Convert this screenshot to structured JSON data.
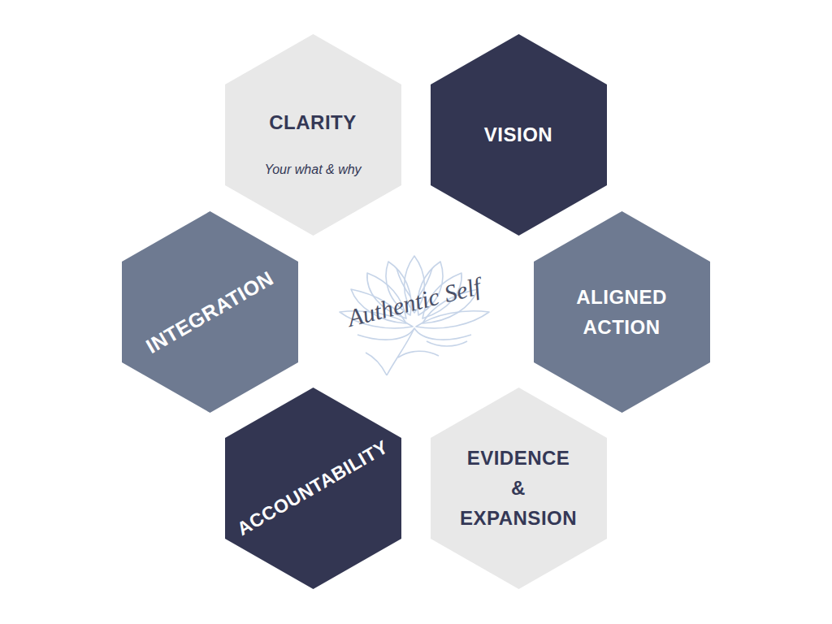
{
  "diagram": {
    "nodes": [
      {
        "text": [
          "CLARITY",
          "Your what & why"
        ]
      },
      {
        "text": [
          "VISION"
        ]
      },
      {
        "text": [
          "INTEGRATION"
        ]
      },
      {
        "text": [
          "ALIGNED ACTION"
        ]
      },
      {
        "text": [
          "ACCOUNTABILITY"
        ]
      },
      {
        "text": [
          "EVIDENCE & EXPANSION"
        ]
      }
    ],
    "labels": [
      "Authentic Self"
    ]
  }
}
